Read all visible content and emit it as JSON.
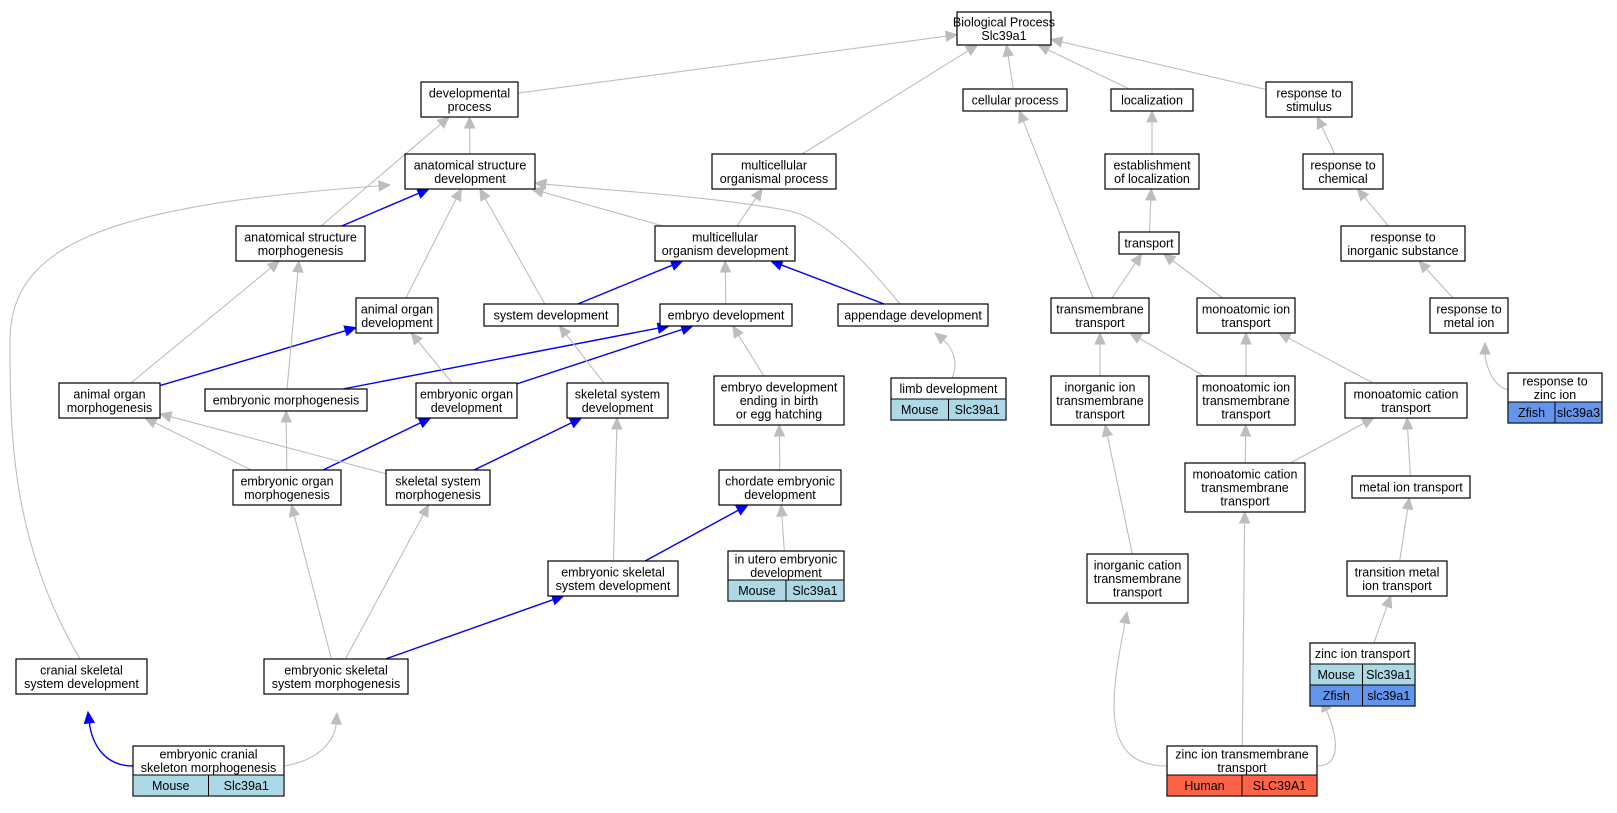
{
  "title": "Biological Process Slc39a1",
  "colors": {
    "edge_default": "#bdbdbd",
    "edge_highlight": "#0000ff",
    "node_border": "#000000",
    "node_fill": "#ffffff",
    "mouse": "#add8e6",
    "zfish": "#6495ed",
    "human": "#ff6347"
  },
  "nodes": [
    {
      "id": "bp",
      "label": [
        "Biological Process",
        "Slc39a1"
      ]
    },
    {
      "id": "devproc",
      "label": [
        "developmental",
        "process"
      ]
    },
    {
      "id": "cellproc",
      "label": [
        "cellular process"
      ]
    },
    {
      "id": "local",
      "label": [
        "localization"
      ]
    },
    {
      "id": "respstim",
      "label": [
        "response to",
        "stimulus"
      ]
    },
    {
      "id": "asdev",
      "label": [
        "anatomical structure",
        "development"
      ]
    },
    {
      "id": "multiproc",
      "label": [
        "multicellular",
        "organismal process"
      ]
    },
    {
      "id": "estloc",
      "label": [
        "establishment",
        "of localization"
      ]
    },
    {
      "id": "respchem",
      "label": [
        "response to",
        "chemical"
      ]
    },
    {
      "id": "asmorph",
      "label": [
        "anatomical structure",
        "morphogenesis"
      ]
    },
    {
      "id": "multidev",
      "label": [
        "multicellular",
        "organism development"
      ]
    },
    {
      "id": "transport",
      "label": [
        "transport"
      ]
    },
    {
      "id": "respinorg",
      "label": [
        "response to",
        "inorganic substance"
      ]
    },
    {
      "id": "aodev",
      "label": [
        "animal organ",
        "development"
      ]
    },
    {
      "id": "sysdev",
      "label": [
        "system development"
      ]
    },
    {
      "id": "embdev",
      "label": [
        "embryo development"
      ]
    },
    {
      "id": "appdev",
      "label": [
        "appendage development"
      ]
    },
    {
      "id": "tmtrans",
      "label": [
        "transmembrane",
        "transport"
      ]
    },
    {
      "id": "maitrans",
      "label": [
        "monoatomic ion",
        "transport"
      ]
    },
    {
      "id": "respmetal",
      "label": [
        "response to",
        "metal ion"
      ]
    },
    {
      "id": "aomorph",
      "label": [
        "animal organ",
        "morphogenesis"
      ]
    },
    {
      "id": "embmorph",
      "label": [
        "embryonic morphogenesis"
      ]
    },
    {
      "id": "eodev",
      "label": [
        "embryonic organ",
        "development"
      ]
    },
    {
      "id": "skeldev",
      "label": [
        "skeletal system",
        "development"
      ]
    },
    {
      "id": "embbirth",
      "label": [
        "embryo development",
        "ending in birth",
        "or egg hatching"
      ]
    },
    {
      "id": "limbdev",
      "label": [
        "limb development"
      ],
      "annotations": [
        {
          "species": "Mouse",
          "gene": "Slc39a1"
        }
      ]
    },
    {
      "id": "inorgtm",
      "label": [
        "inorganic ion",
        "transmembrane",
        "transport"
      ]
    },
    {
      "id": "maitm",
      "label": [
        "monoatomic ion",
        "transmembrane",
        "transport"
      ]
    },
    {
      "id": "macattrans",
      "label": [
        "monoatomic cation",
        "transport"
      ]
    },
    {
      "id": "respzinc",
      "label": [
        "response to",
        "zinc ion"
      ],
      "annotations": [
        {
          "species": "Zfish",
          "gene": "slc39a3"
        }
      ]
    },
    {
      "id": "eomorph",
      "label": [
        "embryonic organ",
        "morphogenesis"
      ]
    },
    {
      "id": "skelmorph",
      "label": [
        "skeletal system",
        "morphogenesis"
      ]
    },
    {
      "id": "chorddev",
      "label": [
        "chordate embryonic",
        "development"
      ]
    },
    {
      "id": "macattm",
      "label": [
        "monoatomic cation",
        "transmembrane",
        "transport"
      ]
    },
    {
      "id": "metaltrans",
      "label": [
        "metal ion transport"
      ]
    },
    {
      "id": "embskeldev",
      "label": [
        "embryonic skeletal",
        "system development"
      ]
    },
    {
      "id": "uterodev",
      "label": [
        "in utero embryonic",
        "development"
      ],
      "annotations": [
        {
          "species": "Mouse",
          "gene": "Slc39a1"
        }
      ]
    },
    {
      "id": "inorgcat",
      "label": [
        "inorganic cation",
        "transmembrane",
        "transport"
      ]
    },
    {
      "id": "transmetal",
      "label": [
        "transition metal",
        "ion transport"
      ]
    },
    {
      "id": "zinctrans",
      "label": [
        "zinc ion transport"
      ],
      "annotations": [
        {
          "species": "Mouse",
          "gene": "Slc39a1"
        },
        {
          "species": "Zfish",
          "gene": "slc39a1"
        }
      ]
    },
    {
      "id": "cranskel",
      "label": [
        "cranial skeletal",
        "system development"
      ]
    },
    {
      "id": "embskelmorph",
      "label": [
        "embryonic skeletal",
        "system morphogenesis"
      ]
    },
    {
      "id": "embcran",
      "label": [
        "embryonic cranial",
        "skeleton morphogenesis"
      ],
      "annotations": [
        {
          "species": "Mouse",
          "gene": "Slc39a1"
        }
      ]
    },
    {
      "id": "zinctm",
      "label": [
        "zinc ion transmembrane",
        "transport"
      ],
      "annotations": [
        {
          "species": "Human",
          "gene": "SLC39A1"
        }
      ]
    }
  ],
  "edges": [
    {
      "from": "devproc",
      "to": "bp"
    },
    {
      "from": "cellproc",
      "to": "bp"
    },
    {
      "from": "local",
      "to": "bp"
    },
    {
      "from": "respstim",
      "to": "bp"
    },
    {
      "from": "multiproc",
      "to": "bp"
    },
    {
      "from": "asdev",
      "to": "devproc"
    },
    {
      "from": "asmorph",
      "to": "devproc"
    },
    {
      "from": "estloc",
      "to": "local"
    },
    {
      "from": "respchem",
      "to": "respstim"
    },
    {
      "from": "asmorph",
      "to": "asdev",
      "highlight": true
    },
    {
      "from": "multidev",
      "to": "multiproc"
    },
    {
      "from": "multidev",
      "to": "asdev"
    },
    {
      "from": "aodev",
      "to": "asdev"
    },
    {
      "from": "sysdev",
      "to": "asdev"
    },
    {
      "from": "appdev",
      "to": "asdev"
    },
    {
      "from": "cranskel",
      "to": "asdev"
    },
    {
      "from": "transport",
      "to": "estloc"
    },
    {
      "from": "respinorg",
      "to": "respchem"
    },
    {
      "from": "sysdev",
      "to": "multidev",
      "highlight": true
    },
    {
      "from": "embdev",
      "to": "multidev"
    },
    {
      "from": "appdev",
      "to": "multidev",
      "highlight": true
    },
    {
      "from": "tmtrans",
      "to": "transport"
    },
    {
      "from": "maitrans",
      "to": "transport"
    },
    {
      "from": "tmtrans",
      "to": "cellproc"
    },
    {
      "from": "respmetal",
      "to": "respinorg"
    },
    {
      "from": "aomorph",
      "to": "aodev",
      "highlight": true
    },
    {
      "from": "aomorph",
      "to": "asmorph"
    },
    {
      "from": "embmorph",
      "to": "asmorph"
    },
    {
      "from": "embmorph",
      "to": "embdev",
      "highlight": true
    },
    {
      "from": "eodev",
      "to": "embdev",
      "highlight": true
    },
    {
      "from": "eodev",
      "to": "aodev"
    },
    {
      "from": "skeldev",
      "to": "sysdev"
    },
    {
      "from": "embbirth",
      "to": "embdev"
    },
    {
      "from": "limbdev",
      "to": "appdev"
    },
    {
      "from": "inorgtm",
      "to": "tmtrans"
    },
    {
      "from": "maitm",
      "to": "tmtrans"
    },
    {
      "from": "maitm",
      "to": "maitrans"
    },
    {
      "from": "macattrans",
      "to": "maitrans"
    },
    {
      "from": "respzinc",
      "to": "respmetal"
    },
    {
      "from": "eomorph",
      "to": "eodev",
      "highlight": true
    },
    {
      "from": "eomorph",
      "to": "embmorph"
    },
    {
      "from": "eomorph",
      "to": "aomorph"
    },
    {
      "from": "skelmorph",
      "to": "skeldev",
      "highlight": true
    },
    {
      "from": "skelmorph",
      "to": "aomorph"
    },
    {
      "from": "chorddev",
      "to": "embbirth"
    },
    {
      "from": "macattm",
      "to": "maitm"
    },
    {
      "from": "macattm",
      "to": "macattrans"
    },
    {
      "from": "metaltrans",
      "to": "macattrans"
    },
    {
      "from": "embskeldev",
      "to": "chorddev",
      "highlight": true
    },
    {
      "from": "embskeldev",
      "to": "skeldev"
    },
    {
      "from": "uterodev",
      "to": "chorddev"
    },
    {
      "from": "inorgcat",
      "to": "inorgtm"
    },
    {
      "from": "transmetal",
      "to": "metaltrans"
    },
    {
      "from": "zinctrans",
      "to": "transmetal"
    },
    {
      "from": "embskelmorph",
      "to": "embskeldev",
      "highlight": true
    },
    {
      "from": "embskelmorph",
      "to": "eomorph"
    },
    {
      "from": "embskelmorph",
      "to": "skelmorph"
    },
    {
      "from": "embcran",
      "to": "cranskel",
      "highlight": true
    },
    {
      "from": "embcran",
      "to": "embskelmorph"
    },
    {
      "from": "zinctm",
      "to": "inorgcat"
    },
    {
      "from": "zinctm",
      "to": "macattm"
    },
    {
      "from": "zinctm",
      "to": "zinctrans"
    }
  ]
}
